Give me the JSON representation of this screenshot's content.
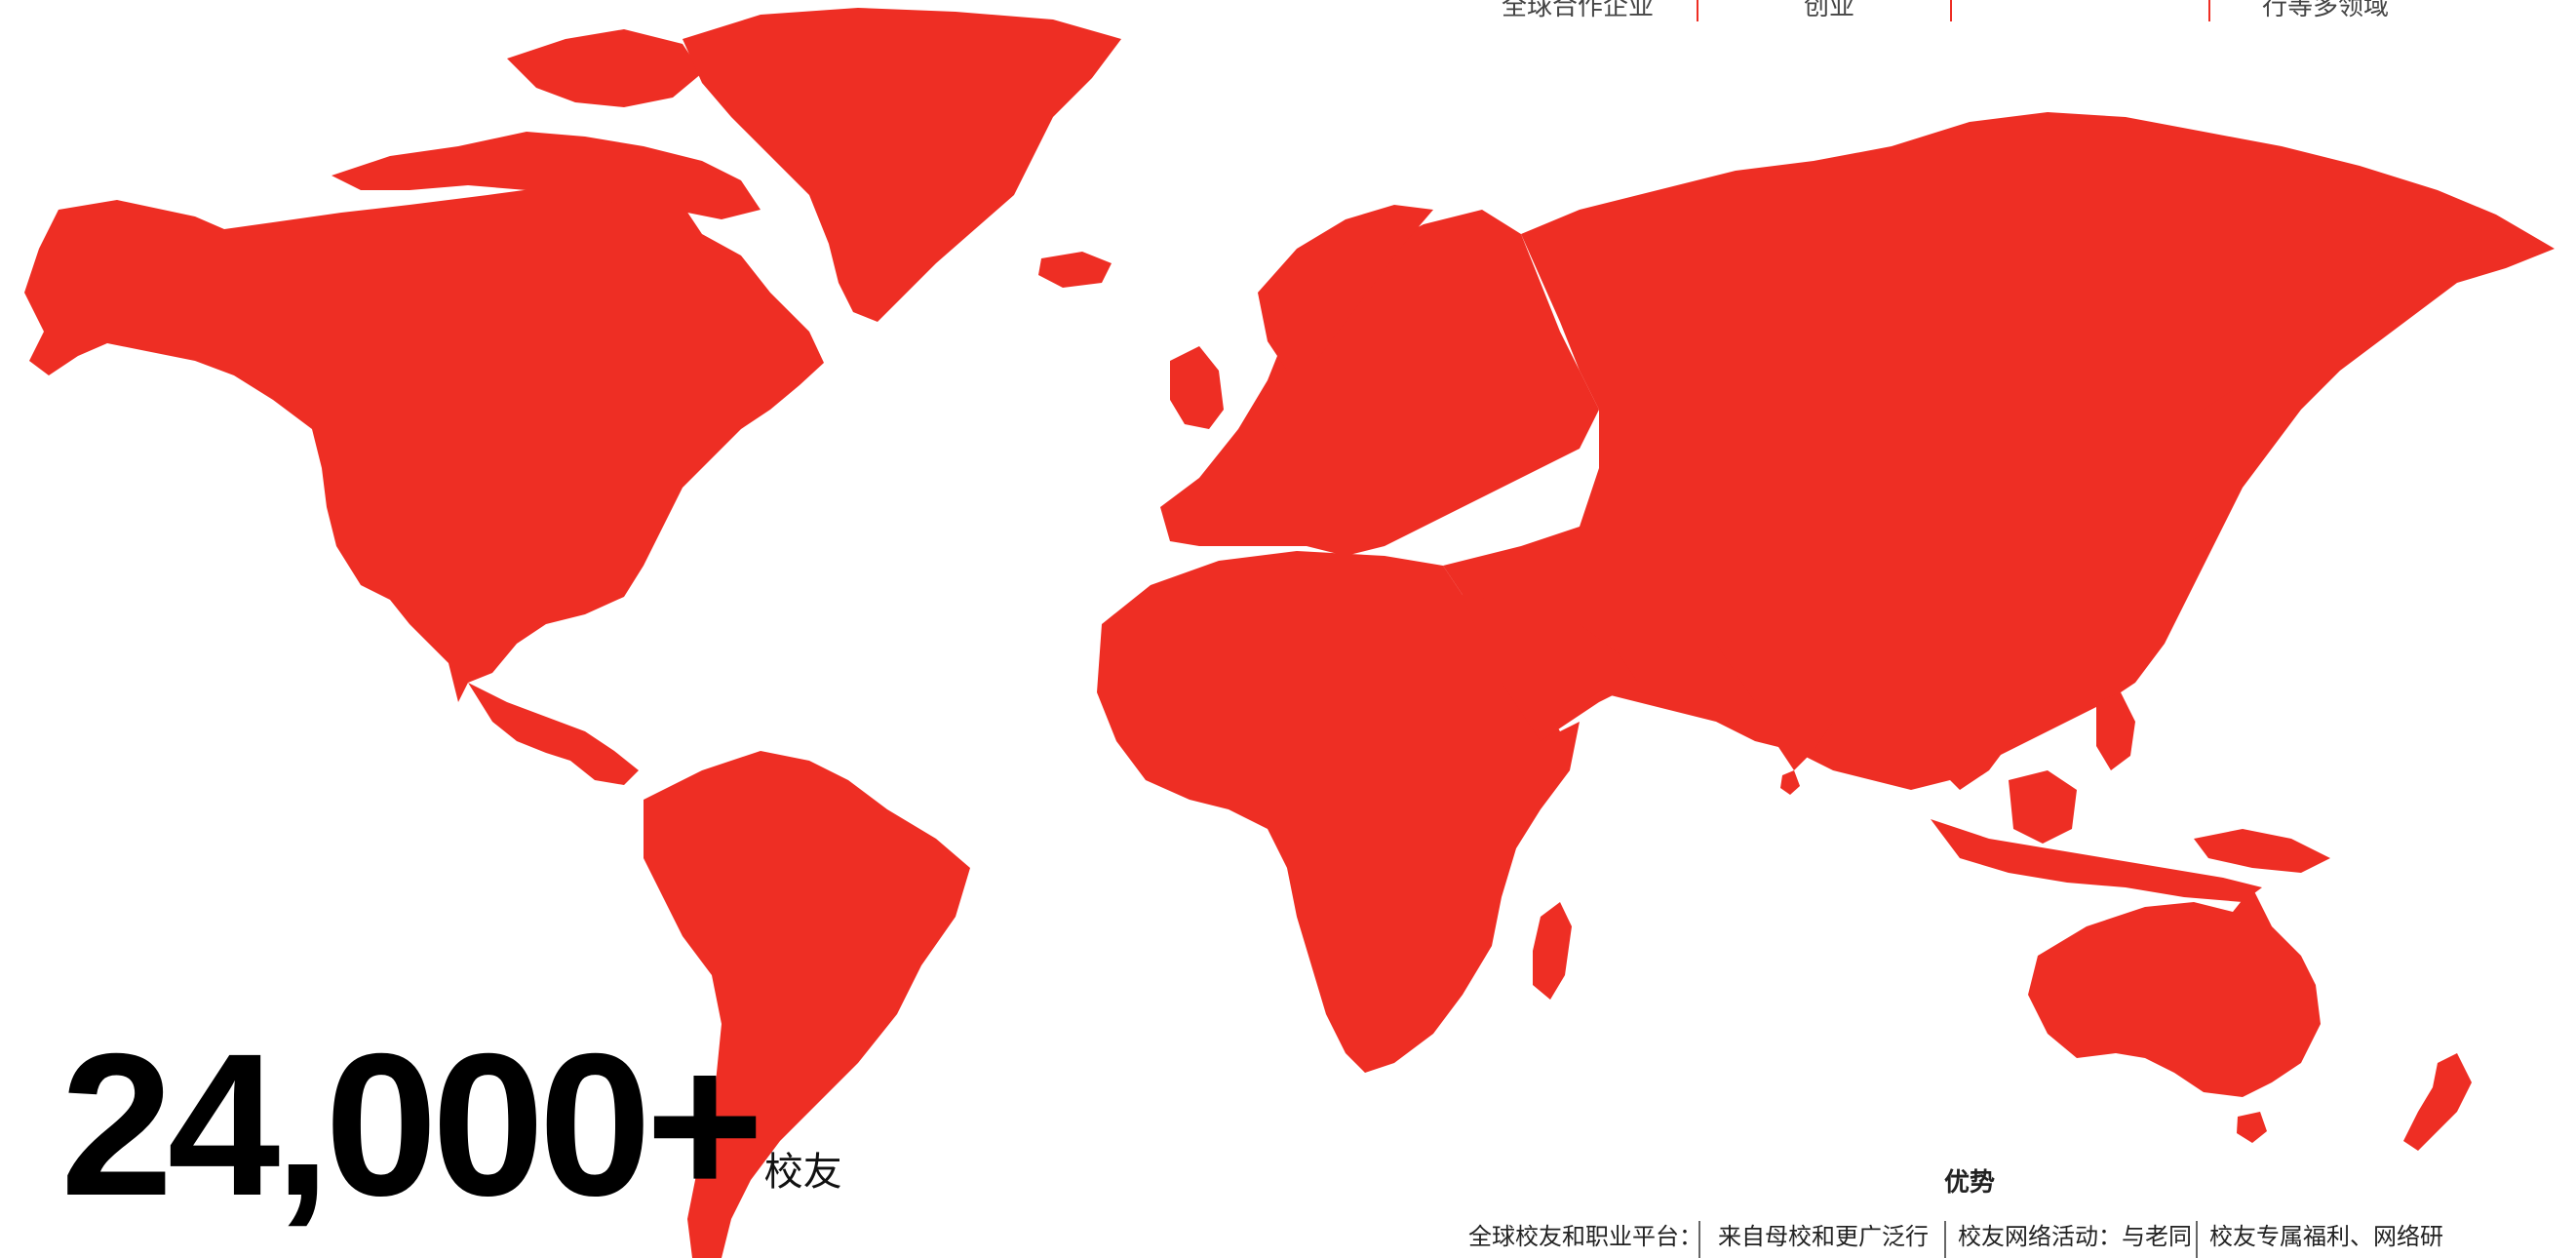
{
  "top_tabs": [
    "全球合作企业",
    "创业",
    "",
    "行等多领域"
  ],
  "stat": {
    "number": "24,000+",
    "unit": "校友"
  },
  "advantages": {
    "title": "优势",
    "items": [
      "全球校友和职业平台：",
      "来自母校和更广泛行",
      "校友网络活动：与老同",
      "校友专属福利、网络研"
    ]
  },
  "colors": {
    "map_fill": "#ee2e24",
    "background": "#ffffff"
  }
}
